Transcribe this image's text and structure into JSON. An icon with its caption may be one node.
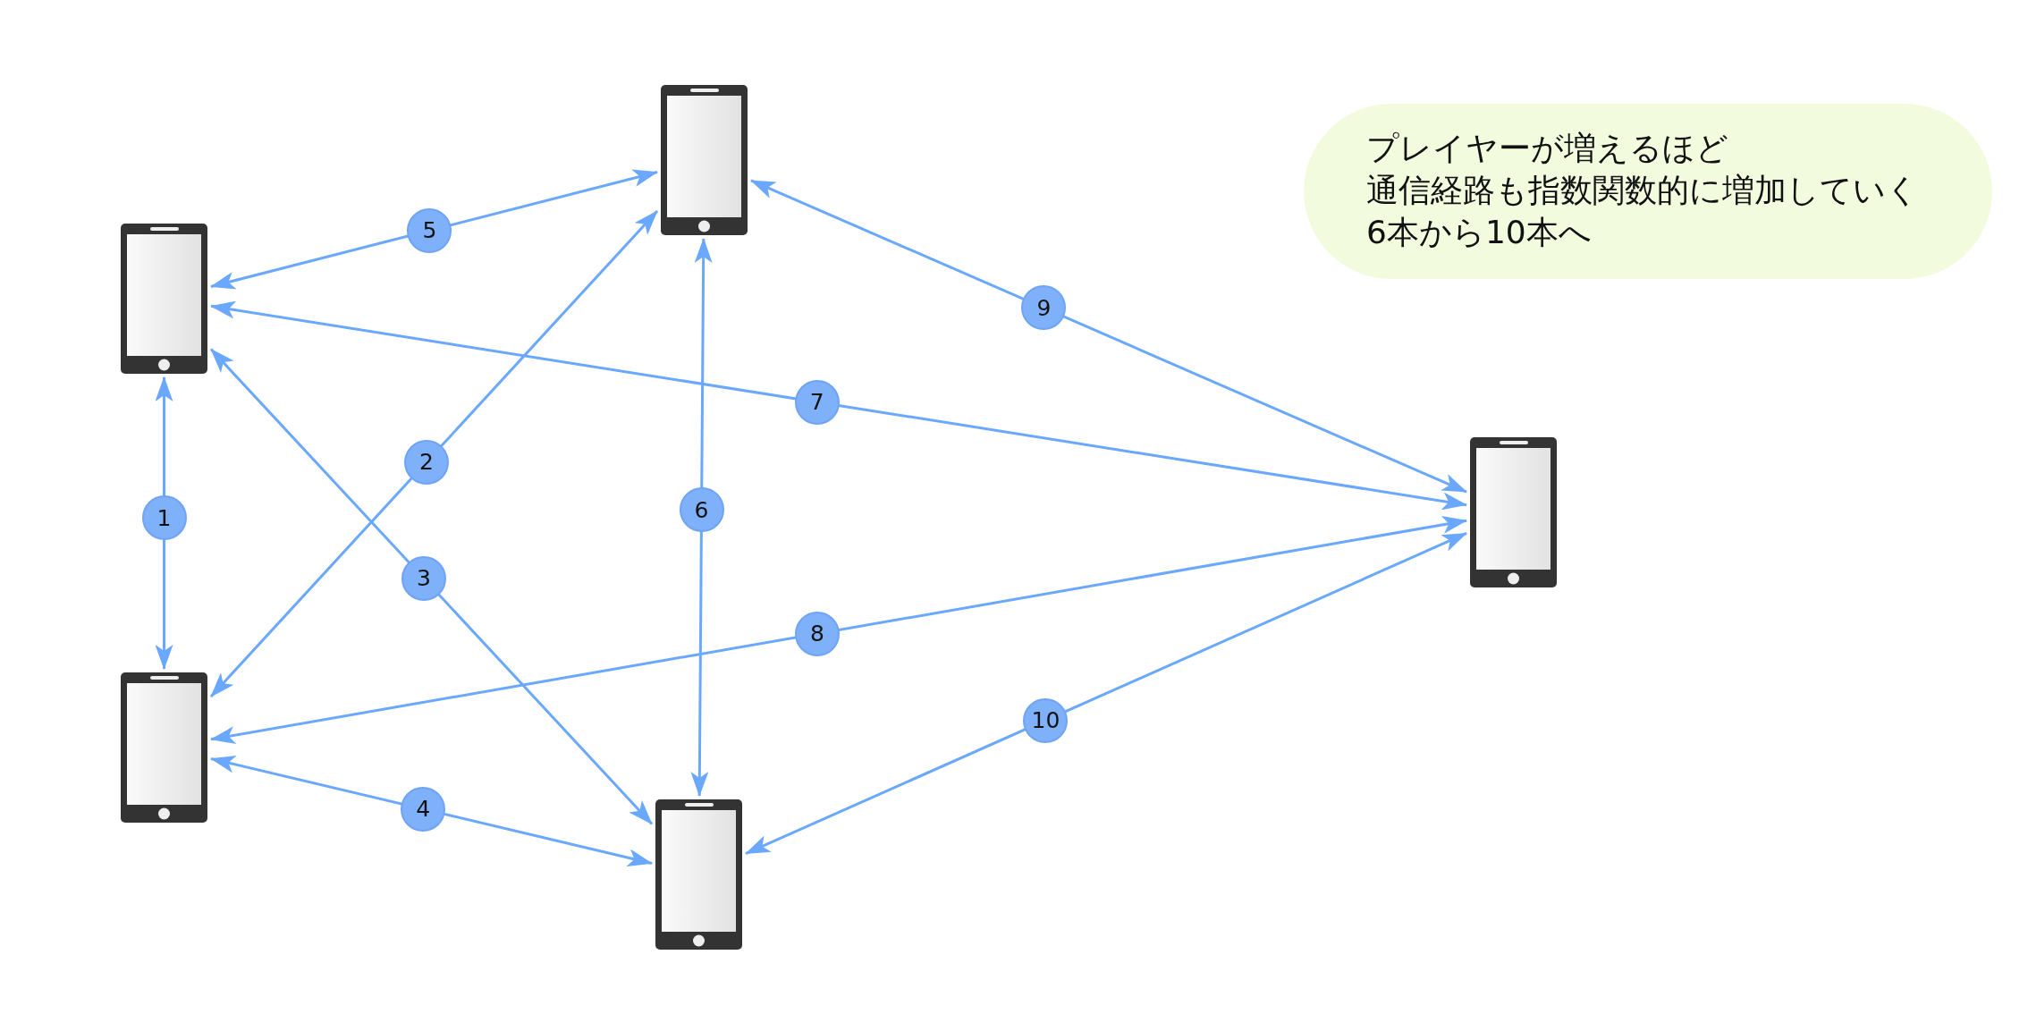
{
  "diagram": {
    "nodes": [
      {
        "text": [],
        "shape": "phone"
      },
      {
        "text": [
          "プレイヤーが増えるほど",
          "通信経路も指数関数的に増加していく",
          "6本から10本へ"
        ]
      },
      {
        "text": [],
        "shape": "phone"
      },
      {
        "text": [],
        "shape": "phone"
      },
      {
        "text": [],
        "shape": "phone"
      },
      {
        "text": [],
        "shape": "phone"
      }
    ],
    "edges": [
      {
        "from": 2,
        "to": 4,
        "arrow": "both",
        "label": "1"
      },
      {
        "from": 4,
        "to": 0,
        "arrow": "both",
        "label": "2"
      },
      {
        "from": 2,
        "to": 5,
        "arrow": "both",
        "label": "3"
      },
      {
        "from": 4,
        "to": 5,
        "arrow": "both",
        "label": "4"
      },
      {
        "from": 2,
        "to": 0,
        "arrow": "both",
        "label": "5"
      },
      {
        "from": 0,
        "to": 5,
        "arrow": "both",
        "label": "6"
      },
      {
        "from": 2,
        "to": 3,
        "arrow": "both",
        "label": "7"
      },
      {
        "from": 4,
        "to": 3,
        "arrow": "both",
        "label": "8"
      },
      {
        "from": 0,
        "to": 3,
        "arrow": "both",
        "label": "9"
      },
      {
        "from": 5,
        "to": 3,
        "arrow": "both",
        "label": "10"
      }
    ]
  }
}
